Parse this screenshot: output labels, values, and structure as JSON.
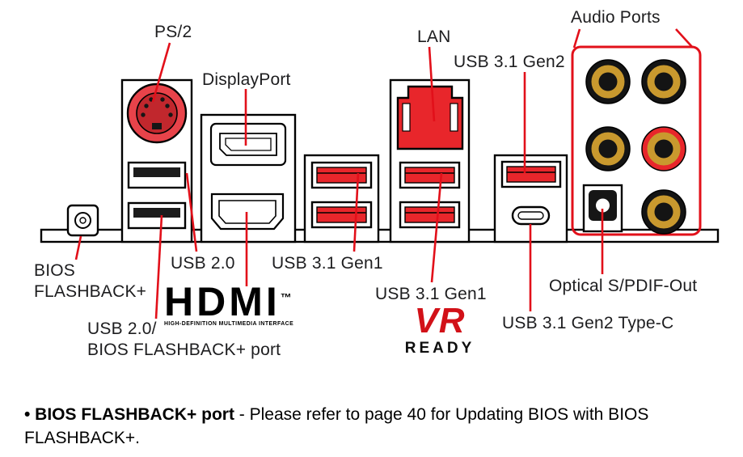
{
  "labels": {
    "ps2": "PS/2",
    "displayport": "DisplayPort",
    "lan": "LAN",
    "usb31_gen2": "USB 3.1 Gen2",
    "audio_ports": "Audio Ports",
    "bios_flashback": {
      "line1": "BIOS",
      "line2": "FLASHBACK+"
    },
    "usb20": "USB 2.0",
    "usb31_gen1_left": "USB 3.1 Gen1",
    "usb31_gen1_right": "USB 3.1 Gen1",
    "optical_spdif": "Optical S/PDIF-Out",
    "usb31_gen2_typec": "USB 3.1 Gen2 Type-C",
    "usb20_flashback": {
      "line1": "USB 2.0/",
      "line2": "BIOS FLASHBACK+ port"
    }
  },
  "logos": {
    "hdmi": {
      "word": "HDMI",
      "tm": "™",
      "subtext": "HIGH-DEFINITION MULTIMEDIA INTERFACE"
    },
    "vr": {
      "word": "VR",
      "ready": "READY"
    }
  },
  "footnote": {
    "bold": "• BIOS FLASHBACK+ port",
    "rest": " - Please refer to page 40 for Updating BIOS with BIOS FLASHBACK+."
  },
  "colors": {
    "callout_red": "#e2101a",
    "port_red": "#e8262b",
    "ps2_red": "#e8434a",
    "audio_gold": "#c9992e",
    "text": "#1d1d1f"
  }
}
